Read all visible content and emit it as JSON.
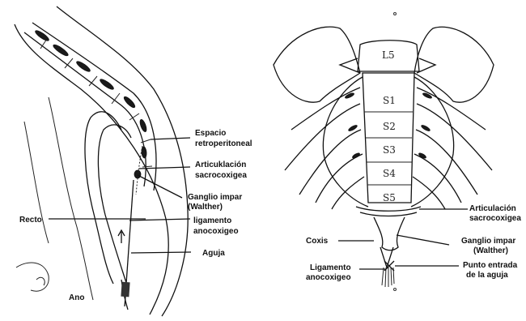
{
  "left_panel": {
    "labels": {
      "espacio_line1": "Espacio",
      "espacio_line2": "retroperitoneal",
      "articulacion_line1": "Articuklación",
      "articulacion_line2": "sacrocoxigea",
      "ganglio_line1": "Ganglio impar",
      "ganglio_line2": "(Walther)",
      "recto": "Recto",
      "ligamento_line1": "ligamento",
      "ligamento_line2": "anocoxigeo",
      "aguja": "Aguja",
      "ano": "Ano"
    }
  },
  "right_panel": {
    "vertebrae": [
      "L5",
      "S1",
      "S2",
      "S3",
      "S4",
      "S5"
    ],
    "labels": {
      "articulacion_line1": "Articulación",
      "articulacion_line2": "sacrocoxigea",
      "coxis": "Coxis",
      "ganglio_line1": "Ganglio impar",
      "ganglio_line2": "(Walther)",
      "ligamento_line1": "Ligamento",
      "ligamento_line2": "anocoxigeo",
      "punto_line1": "Punto entrada",
      "punto_line2": "de la aguja"
    }
  }
}
